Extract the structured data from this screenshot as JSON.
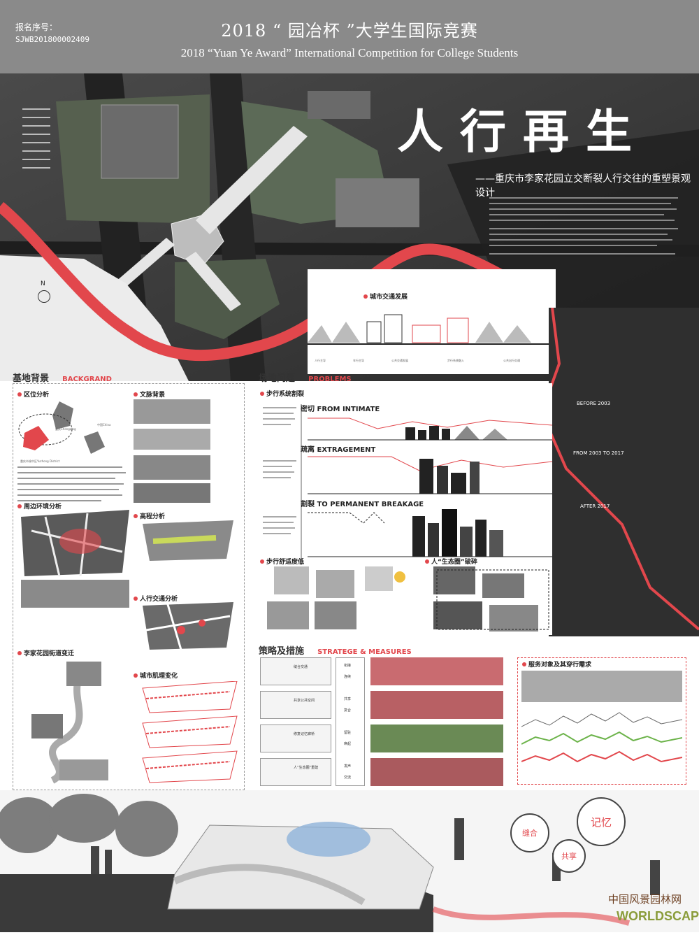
{
  "header": {
    "label": "报名序号：",
    "id": "SJWB201800002409",
    "title_cn": "2018 “ 园冶杯 ”大学生国际竞赛",
    "title_en": "2018 “Yuan Ye Award” International Competition for College Students"
  },
  "hero": {
    "title_chars": [
      "人",
      "行",
      "再",
      "生"
    ],
    "subtitle": "——重庆市李家花园立交断裂人行交往的重塑景观设计",
    "compass": "N"
  },
  "sections": {
    "background": {
      "cn": "基地背景",
      "en": "BACKGRAND"
    },
    "problems": {
      "cn": "场地问题",
      "en": "PROBLEMS"
    },
    "strategy": {
      "cn": "策略及措施",
      "en": "STRATEGE & MEASURES"
    }
  },
  "background_panel": {
    "subsections": [
      "区位分析",
      "文脉背景",
      "周边环境分析",
      "高程分析",
      "人行交通分析",
      "李家花园街道变迁",
      "城市肌理变化"
    ],
    "location_labels": [
      "重庆Chongqing",
      "中国China",
      "重庆市渝中区Yuzhong District"
    ]
  },
  "traffic": {
    "title": "城市交通发展",
    "labels": [
      "人行主导",
      "车行主导",
      "公共交通发展",
      "步行系统融入",
      "公共出行交通"
    ]
  },
  "problems_panel": {
    "system_title": "步行系统割裂",
    "stages": [
      {
        "cn": "密切",
        "en": "FROM INTIMATE",
        "era": "BEFORE 2003"
      },
      {
        "cn": "疏离",
        "en": "EXTRAGEMENT",
        "era": "FROM 2003 TO 2017"
      },
      {
        "cn": "割裂",
        "en": "TO PERMANENT BREAKAGE",
        "era": "AFTER 2017"
      }
    ],
    "comfort_title": "步行舒适度低",
    "eco_title": "人“生态圈”破碎"
  },
  "strategy_panel": {
    "labels": [
      "缝合交通",
      "共享公共空间",
      "修复记忆廊桥",
      "人“生态圈”重建"
    ],
    "flow": [
      "衔接",
      "连续",
      "共享",
      "复合",
      "留驻",
      "唤起",
      "发声",
      "交流"
    ],
    "service_title": "服务对象及其穿行需求"
  },
  "bubbles": [
    "缝合",
    "共享",
    "记忆"
  ],
  "watermark": {
    "cn": "中国风景园林网",
    "en": "WORLDSCAPE"
  },
  "colors": {
    "accent": "#e2474c",
    "header": "#8a8a8a",
    "dark": "#3a3a3a"
  }
}
